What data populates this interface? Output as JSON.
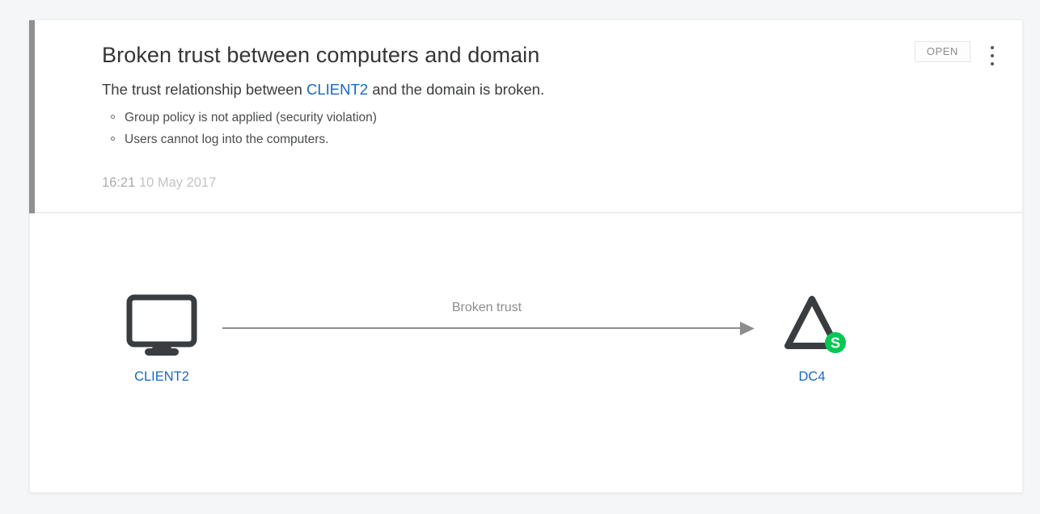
{
  "card": {
    "accent_color": "#8e9093",
    "title": "Broken trust between computers and domain",
    "subtitle": {
      "before": "The trust relationship between ",
      "link": "CLIENT2",
      "after": " and the domain is broken."
    },
    "bullets": [
      "Group policy is not applied (security violation)",
      "Users cannot log into the computers."
    ],
    "timestamp": {
      "time": "16:21",
      "date": "10 May 2017"
    },
    "status_badge": {
      "label": "OPEN",
      "text_color": "#8a8c8e"
    },
    "menu": {
      "icon": "kebab-menu-icon"
    }
  },
  "diagram": {
    "link_color": "#1668c7",
    "edge": {
      "label": "Broken trust",
      "color": "#8b8d8f",
      "arrow": "arrow-right-icon"
    },
    "nodes": [
      {
        "id": "client",
        "label": "CLIENT2",
        "icon": "computer-monitor-icon",
        "icon_color": "#3a3d40"
      },
      {
        "id": "dc",
        "label": "DC4",
        "icon": "domain-triangle-icon",
        "icon_color": "#3a3d40",
        "badge": {
          "icon": "status-s-badge-icon",
          "letter": "S",
          "color": "#00c853"
        }
      }
    ]
  }
}
